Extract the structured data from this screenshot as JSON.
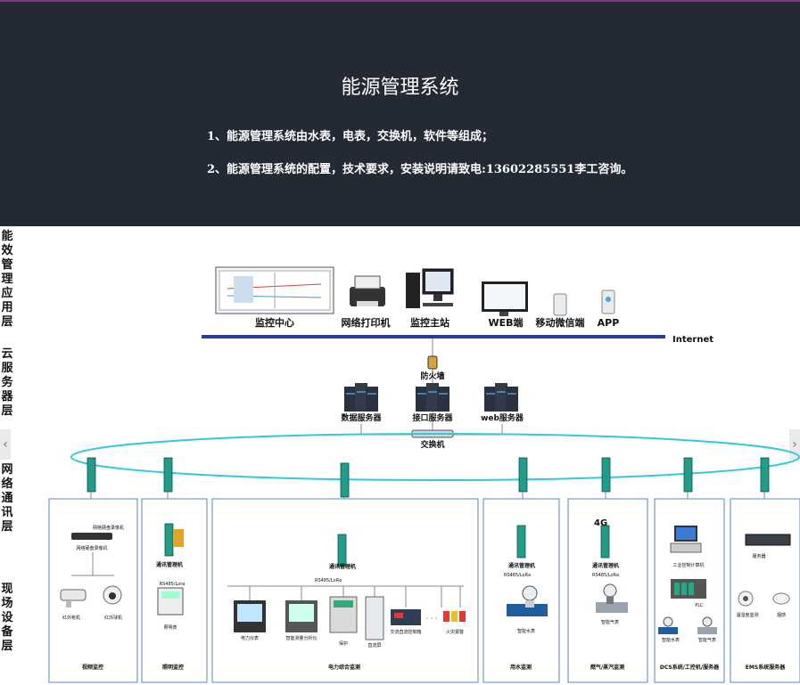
{
  "header": {
    "title": "能源管理系统",
    "line1": "1、能源管理系统由水表，电表，交换机，软件等组成；",
    "line2": "2、能源管理系统的配置，技术要求，安装说明请致电:13602285551李工咨询。"
  },
  "layers": [
    "能效管理应用层",
    "云服务器层",
    "网络通讯层",
    "现场设备层"
  ],
  "top": {
    "monitor_center": "监控中心",
    "network_printer": "网络打印机",
    "monitor_host": "监控主站",
    "web_client": "WEB端",
    "mobile_wechat": "移动微信端",
    "app": "APP",
    "internet": "Internet"
  },
  "servers": {
    "firewall": "防火墙",
    "data_server": "数据服务器",
    "interface_server": "接口服务器",
    "web_server": "web服务器",
    "switch": "交换机"
  },
  "panels": {
    "video": {
      "title": "视频监控",
      "nvr": "网络硬盘录像机",
      "cam1": "红外枪机",
      "cam2": "红外球机"
    },
    "fire": {
      "title": "照明监控",
      "manager": "通讯管理机",
      "protocol": "RS485/Lora",
      "meter": "照明表"
    },
    "power": {
      "title": "电力综合监测",
      "manager": "通讯管理机",
      "protocol": "RS485/LoRa",
      "d1": "电力仪表",
      "d2": "智能测量分析仪",
      "d3": "保护",
      "d4": "直流屏",
      "d5": "交流直流控制箱",
      "d6": "火灾报警"
    },
    "water": {
      "title": "用水监测",
      "manager": "通讯管理机",
      "protocol": "RS485/LoRa",
      "meter": "智能水表"
    },
    "gas": {
      "title": "燃气/蒸汽监测",
      "badge": "4G",
      "manager": "通讯管理机",
      "protocol": "RS485/LoRa",
      "meter": "智能气表"
    },
    "dcs": {
      "title": "DCS系统/工控机/服务器",
      "ipc": "工业控制计算机",
      "plc": "PLC",
      "d1": "智能水表",
      "d2": "智能气表"
    },
    "ems": {
      "title": "EMS系统服务器",
      "server": "服务器",
      "d1": "温湿度监测",
      "d2": "烟感"
    }
  },
  "colors": {
    "header_bg": "#232a33",
    "accent": "#8e2b8e",
    "bus": "#2d3a9a",
    "ring": "#35c8d8",
    "panel_border": "#5b86c8",
    "gateway": "#1f9d8a"
  }
}
